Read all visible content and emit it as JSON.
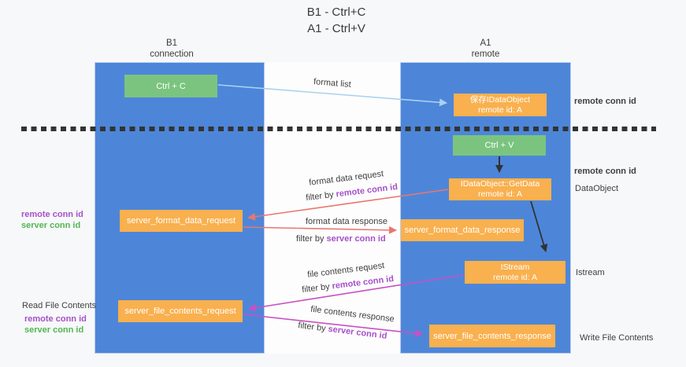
{
  "title": {
    "line1": "B1 - Ctrl+C",
    "line2": "A1 - Ctrl+V"
  },
  "lanes": {
    "left": {
      "name": "B1",
      "role": "connection"
    },
    "right": {
      "name": "A1",
      "role": "remote"
    }
  },
  "nodes": {
    "ctrl_c": {
      "label": "Ctrl + C"
    },
    "save_dataobject": {
      "line1": "保存IDataObject",
      "line2": "remote id: A"
    },
    "ctrl_v": {
      "label": "Ctrl + V"
    },
    "getdata": {
      "line1": "IDataObject::GetData",
      "line2": "remote id: A"
    },
    "format_request": {
      "label": "server_format_data_request"
    },
    "format_response": {
      "label": "server_format_data_response"
    },
    "istream": {
      "line1": "IStream",
      "line2": "remote id: A"
    },
    "file_request": {
      "label": "server_file_contents_request"
    },
    "file_response": {
      "label": "server_file_contents_response"
    }
  },
  "annotations": {
    "format_list": "format list",
    "format_data_request": "format data request",
    "format_data_response": "format data response",
    "file_contents_request": "file contents request",
    "file_contents_response": "file contents response",
    "filter_by": "filter by",
    "remote_conn_id": "remote conn id",
    "server_conn_id": "server conn id"
  },
  "side_labels": {
    "right_top_remote_conn_id": "remote conn id",
    "right_mid_remote_conn_id": "remote conn id",
    "dataobject": "DataObject",
    "istream": "Istream",
    "write_file_contents": "Write File Contents",
    "left_remote_conn_id": "remote conn id",
    "left_server_conn_id": "server conn id",
    "read_file_contents": "Read File Contents"
  },
  "colors": {
    "lane_blue": "#4d86d9",
    "box_orange": "#f9b04e",
    "box_green": "#7bc47f",
    "arrow_salmon": "#e8776f",
    "arrow_magenta": "#c751c3",
    "arrow_blue": "#a9d2f1",
    "arrow_black": "#333333",
    "text_purple": "#a551c9",
    "text_green": "#53b553"
  }
}
